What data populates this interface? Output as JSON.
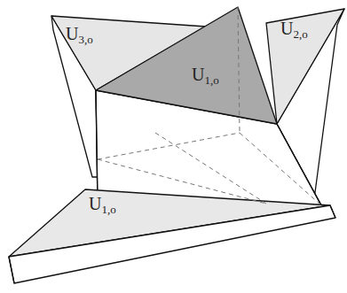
{
  "diagram": {
    "labels": [
      "U3,o",
      "U2,o",
      "U1,o",
      "U1,o"
    ]
  }
}
